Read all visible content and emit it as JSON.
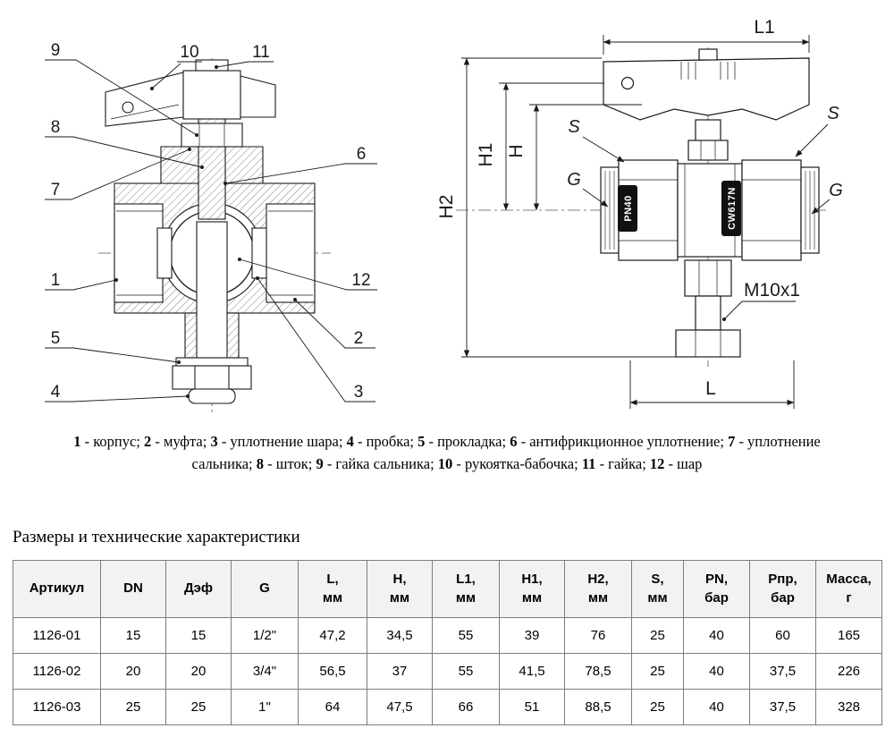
{
  "section_title": "Размеры и технические характеристики",
  "legend": {
    "dash": " - ",
    "separator": "; ",
    "items": [
      {
        "num": "1",
        "text": "корпус"
      },
      {
        "num": "2",
        "text": "муфта"
      },
      {
        "num": "3",
        "text": "уплотнение шара"
      },
      {
        "num": "4",
        "text": "пробка"
      },
      {
        "num": "5",
        "text": "прокладка"
      },
      {
        "num": "6",
        "text": "антифрикционное уплотнение"
      },
      {
        "num": "7",
        "text": "уплотнение сальника"
      },
      {
        "num": "8",
        "text": "шток"
      },
      {
        "num": "9",
        "text": "гайка сальника"
      },
      {
        "num": "10",
        "text": "рукоятка-бабочка"
      },
      {
        "num": "11",
        "text": "гайка"
      },
      {
        "num": "12",
        "text": "шар"
      }
    ]
  },
  "drawings": {
    "section_view": {
      "callouts": {
        "c1": "1",
        "c2": "2",
        "c3": "3",
        "c4": "4",
        "c5": "5",
        "c6": "6",
        "c7": "7",
        "c8": "8",
        "c9": "9",
        "c10": "10",
        "c11": "11",
        "c12": "12"
      }
    },
    "dimension_view": {
      "l1": "L1",
      "h1": "H1",
      "h": "H",
      "h2": "H2",
      "l": "L",
      "s": "S",
      "g": "G",
      "m10": "M10x1",
      "pn_marking": "PN40",
      "alloy_marking": "CW617N"
    }
  },
  "table": {
    "headers": [
      "Артикул",
      "DN",
      "Дэф",
      "G",
      "L,\nмм",
      "H,\nмм",
      "L1,\nмм",
      "H1,\nмм",
      "H2,\nмм",
      "S,\nмм",
      "PN,\nбар",
      "Рпр,\nбар",
      "Масса,\nг"
    ],
    "rows": [
      [
        "1126-01",
        "15",
        "15",
        "1/2\"",
        "47,2",
        "34,5",
        "55",
        "39",
        "76",
        "25",
        "40",
        "60",
        "165"
      ],
      [
        "1126-02",
        "20",
        "20",
        "3/4\"",
        "56,5",
        "37",
        "55",
        "41,5",
        "78,5",
        "25",
        "40",
        "37,5",
        "226"
      ],
      [
        "1126-03",
        "25",
        "25",
        "1\"",
        "64",
        "47,5",
        "66",
        "51",
        "88,5",
        "25",
        "40",
        "37,5",
        "328"
      ]
    ]
  }
}
